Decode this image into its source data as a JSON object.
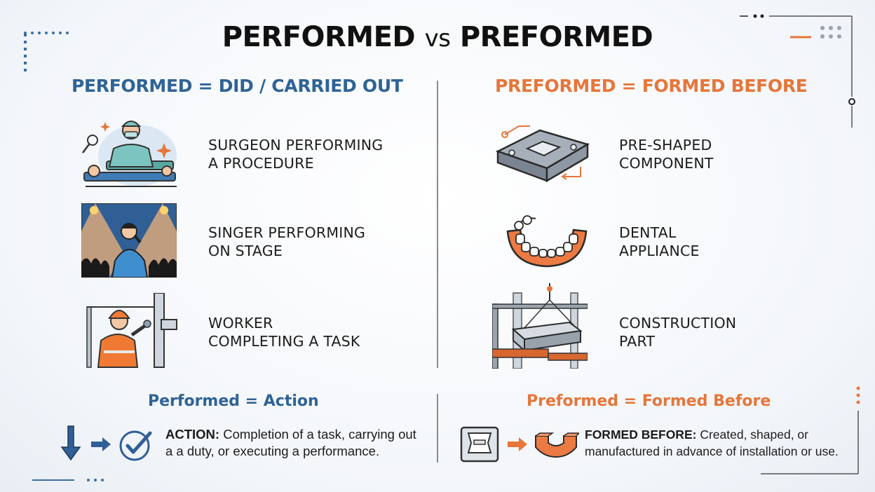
{
  "title": {
    "part1": "PERFORMED",
    "vs": "vs",
    "part2": "PREFORMED"
  },
  "left": {
    "heading": "PERFORMED = DID / CARRIED OUT",
    "items": [
      {
        "icon": "surgeon-icon",
        "line1": "SURGEON PERFORMING",
        "line2": "A PROCEDURE"
      },
      {
        "icon": "singer-icon",
        "line1": "SINGER PERFORMING",
        "line2": "ON STAGE"
      },
      {
        "icon": "worker-icon",
        "line1": "WORKER",
        "line2": "COMPLETING A TASK"
      }
    ],
    "subheading": "Performed = Action",
    "note_label": "ACTION:",
    "note_line1": " Completion of a task, carrying out",
    "note_line2": "a a duty, or executing a performance."
  },
  "right": {
    "heading": "PREFORMED = FORMED BEFORE",
    "items": [
      {
        "icon": "component-icon",
        "line1": "PRE-SHAPED",
        "line2": "COMPONENT"
      },
      {
        "icon": "dental-appliance-icon",
        "line1": "DENTAL",
        "line2": "APPLIANCE"
      },
      {
        "icon": "steel-beam-icon",
        "line1": "CONSTRUCTION",
        "line2": "PART"
      }
    ],
    "subheading": "Preformed = Formed Before",
    "note_label": "FORMED BEFORE:",
    "note_line1": " Created, shaped, or",
    "note_line2": "manufactured in advance of installation or use."
  },
  "colors": {
    "blue": "#2f6396",
    "orange": "#e6763a",
    "dark": "#1c1c1c"
  }
}
